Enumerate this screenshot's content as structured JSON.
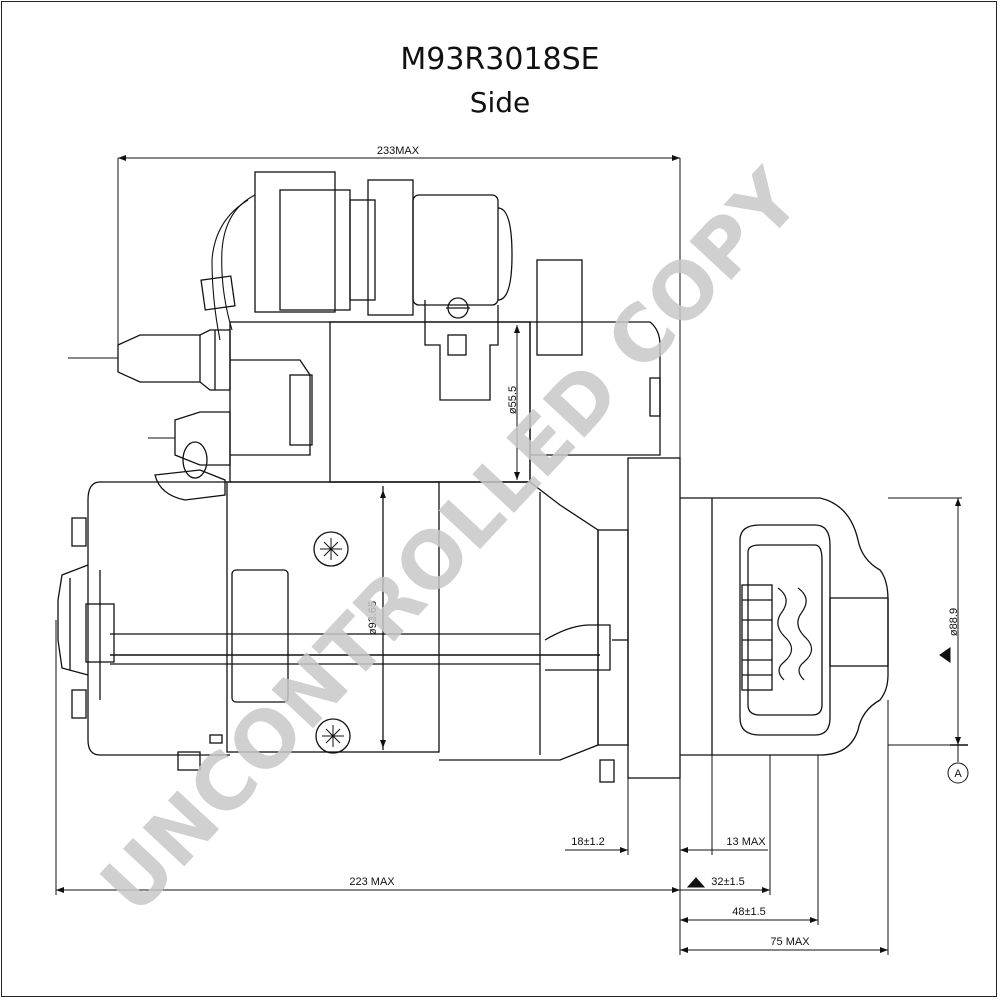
{
  "title": "M93R3018SE",
  "subtitle": "Side",
  "watermark": "UNCONTROLLED COPY",
  "datum_label": "A",
  "dimensions": {
    "overall_width": "233MAX",
    "body_diameter": "ø93.65",
    "solenoid_diameter": "ø55.5",
    "pinion_diameter": "ø88.9",
    "flange_to_pinion": "18±1.2",
    "pinion_protrusion": "13 MAX",
    "body_length": "223 MAX",
    "pinion_32": "32±1.5",
    "pinion_48": "48±1.5",
    "nose_length": "75 MAX"
  },
  "colors": {
    "line": "#111111",
    "watermark": "#c8c8c8"
  }
}
